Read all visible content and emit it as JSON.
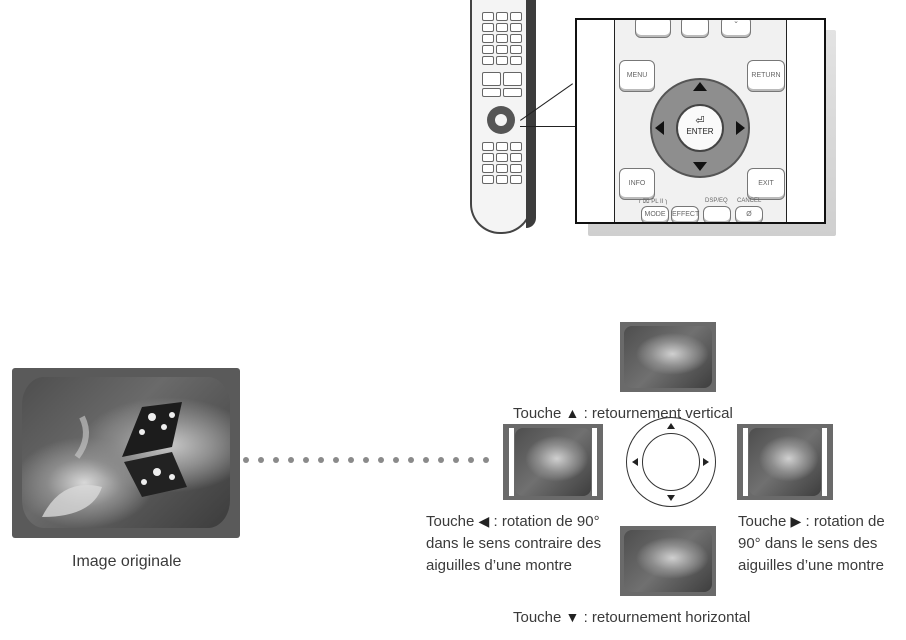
{
  "remote_zoom": {
    "enter_label": "ENTER",
    "menu_label": "MENU",
    "return_label": "RETURN",
    "info_label": "INFO",
    "exit_label": "EXIT",
    "mode_label": "MODE",
    "effect_label": "EFFECT",
    "dsp_label": "DSP/EQ",
    "cancel_label": "CANCEL",
    "pl2_label": "ɾ ⌧ PL II ɿ"
  },
  "original": {
    "caption": "Image originale"
  },
  "up": {
    "prefix": "Touche",
    "glyph": "▲",
    "text": ": retournement vertical"
  },
  "left": {
    "prefix": "Touche",
    "glyph": "◀",
    "line1": ": rotation de 90°",
    "line2": "dans le sens contraire des",
    "line3": "aiguilles d’une montre"
  },
  "right": {
    "prefix": "Touche",
    "glyph": "▶",
    "line1": ": rotation de",
    "line2": "90° dans le sens des",
    "line3": "aiguilles d’une montre"
  },
  "down": {
    "prefix": "Touche",
    "glyph": "▼",
    "text": ": retournement horizontal"
  }
}
